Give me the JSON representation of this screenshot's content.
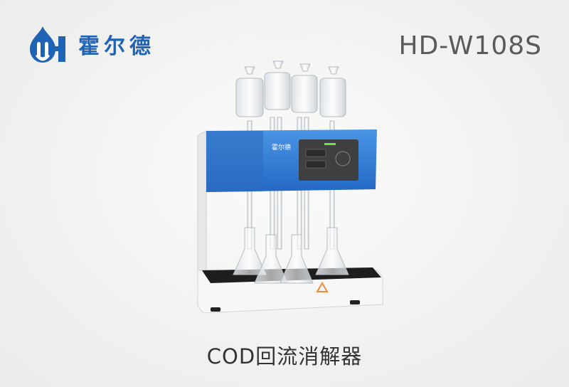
{
  "brand": {
    "name": "霍尔德",
    "logo_icon": "droplet-hi-logo-icon",
    "color": "#1f63b5"
  },
  "product": {
    "model": "HD-W108S",
    "caption": "COD回流消解器",
    "image": "cod-reflux-digester-product-image",
    "panel_brand": "霍尔德",
    "accent_blue": "#2f7fd6",
    "display_led_color": "#6ee04a",
    "warning_icon_color": "#f08a3c"
  }
}
